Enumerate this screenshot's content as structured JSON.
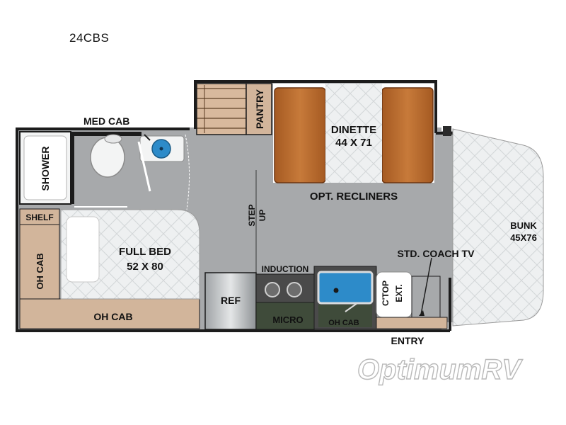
{
  "model": "24CBS",
  "labels": {
    "med_cab": "MED CAB",
    "shower": "SHOWER",
    "pantry": "PANTRY",
    "dinette": "DINETTE",
    "dinette_size": "44 X 71",
    "opt_recliners": "OPT. RECLINERS",
    "step": "STEP",
    "up": "UP",
    "shelf": "SHELF",
    "full_bed": "FULL BED",
    "full_bed_size": "52 X 80",
    "oh_cab_vertical": "OH CAB",
    "oh_cab_bottom": "OH CAB",
    "ref": "REF",
    "induction": "INDUCTION",
    "micro": "MICRO",
    "oh_cab_kitchen": "OH CAB",
    "ctop": "C'TOP",
    "ext": "EXT.",
    "std_coach_tv": "STD. COACH TV",
    "bunk": "BUNK",
    "bunk_size": "45X76",
    "entry": "ENTRY"
  },
  "logo": "OptimumRV",
  "colors": {
    "floor": "#a7a9ab",
    "wall": "#1c1c1c",
    "cabinet": "#d2b59b",
    "seat": "#b8662a",
    "bed": "#eceded",
    "counter": "#4a4a4a",
    "micro": "#3f4b3a",
    "sink": "#2d8bc9"
  }
}
